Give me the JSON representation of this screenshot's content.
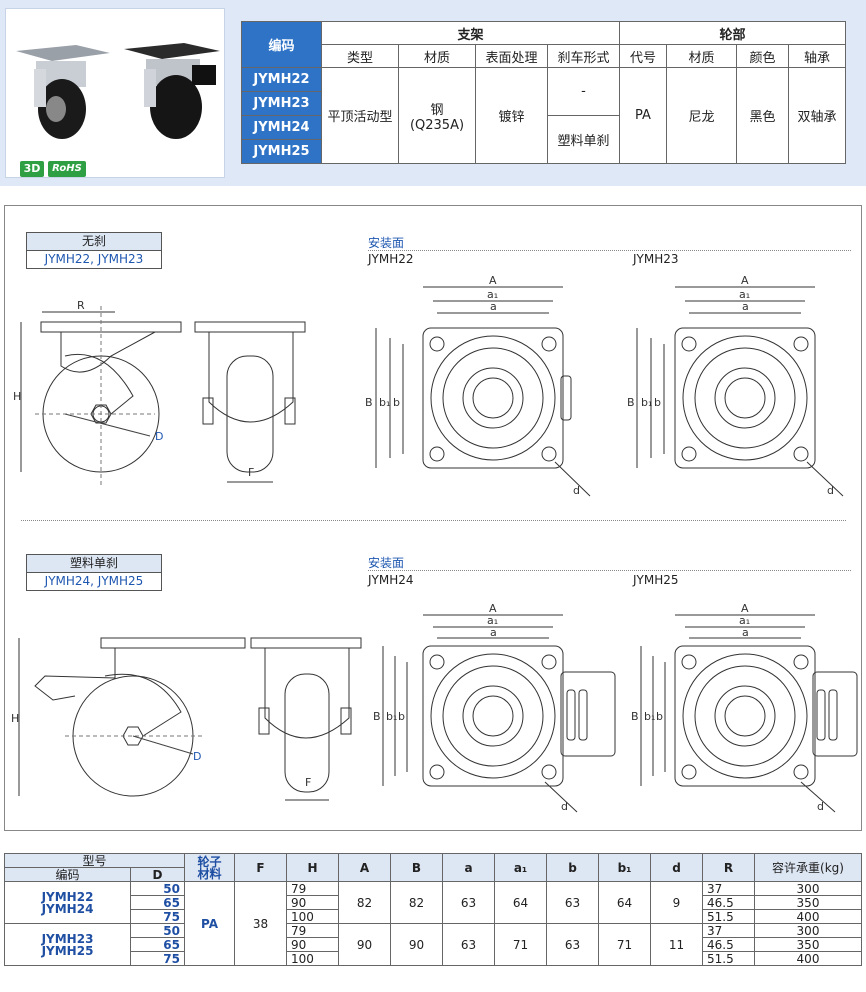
{
  "badges": {
    "three_d": "3D",
    "rohs": "RoHS"
  },
  "spec": {
    "code_header": "编码",
    "bracket_header": "支架",
    "wheel_header": "轮部",
    "cols": [
      "类型",
      "材质",
      "表面处理",
      "刹车形式",
      "代号",
      "材质",
      "颜色",
      "轴承"
    ],
    "codes": [
      "JYMH22",
      "JYMH23",
      "JYMH24",
      "JYMH25"
    ],
    "type": "平顶活动型",
    "material": "钢\n(Q235A)",
    "surface": "镀锌",
    "brake_none": "-",
    "brake_plastic": "塑料单刹",
    "wheel_code": "PA",
    "wheel_material": "尼龙",
    "color": "黑色",
    "bearing": "双轴承"
  },
  "drawing": {
    "group1": {
      "title": "无刹",
      "models": "JYMH22, JYMH23"
    },
    "group2": {
      "title": "塑料单刹",
      "models": "JYMH24, JYMH25"
    },
    "mount_face": "安装面",
    "m22": "JYMH22",
    "m23": "JYMH23",
    "m24": "JYMH24",
    "m25": "JYMH25",
    "labels": {
      "A": "A",
      "a1": "a₁",
      "a": "a",
      "B": "B",
      "b1": "b₁",
      "b": "b",
      "d": "d",
      "R": "R",
      "H": "H",
      "D": "D",
      "F": "F"
    }
  },
  "dims": {
    "h_model": "型号",
    "h_code": "编码",
    "h_D": "D",
    "h_wheel": "轮子\n材料",
    "h_F": "F",
    "h_H": "H",
    "h_A": "A",
    "h_B": "B",
    "h_a": "a",
    "h_a1": "a₁",
    "h_b": "b",
    "h_b1": "b₁",
    "h_d": "d",
    "h_R": "R",
    "h_load": "容许承重(kg)",
    "g1_codes": "JYMH22\nJYMH24",
    "g2_codes": "JYMH23\nJYMH25",
    "wheel_mat": "PA",
    "F": "38",
    "rows": [
      {
        "D": "50",
        "H": "79",
        "R": "37",
        "load": "300"
      },
      {
        "D": "65",
        "H": "90",
        "R": "46.5",
        "load": "350"
      },
      {
        "D": "75",
        "H": "100",
        "R": "51.5",
        "load": "400"
      },
      {
        "D": "50",
        "H": "79",
        "R": "37",
        "load": "300"
      },
      {
        "D": "65",
        "H": "90",
        "R": "46.5",
        "load": "350"
      },
      {
        "D": "75",
        "H": "100",
        "R": "51.5",
        "load": "400"
      }
    ],
    "g1": {
      "A": "82",
      "B": "82",
      "a": "63",
      "a1": "64",
      "b": "63",
      "b1": "64",
      "d": "9"
    },
    "g2": {
      "A": "90",
      "B": "90",
      "a": "63",
      "a1": "71",
      "b": "63",
      "b1": "71",
      "d": "11"
    }
  }
}
